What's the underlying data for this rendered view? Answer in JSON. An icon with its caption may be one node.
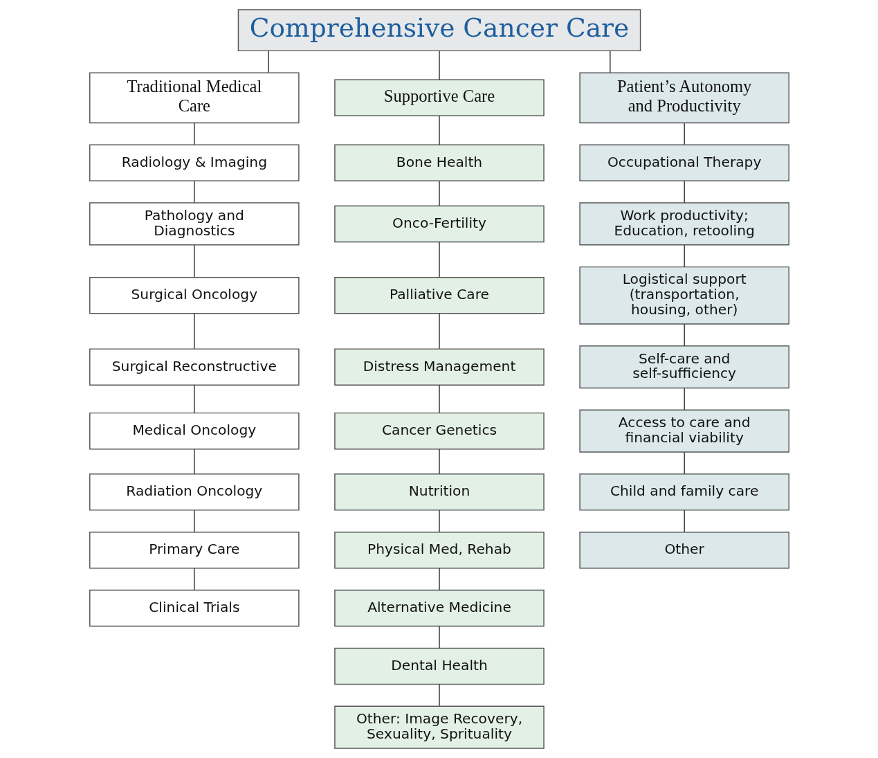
{
  "diagram": {
    "nodes": [
      {
        "text": [
          "Comprehensive Cancer Care"
        ]
      },
      {
        "text": [
          "Traditional Medical Care"
        ]
      },
      {
        "text": [
          "Supportive Care"
        ]
      },
      {
        "text": [
          "Patient’s Autonomy and Productivity"
        ]
      },
      {
        "text": [
          "Radiology & Imaging"
        ]
      },
      {
        "text": [
          "Pathology and Diagnostics"
        ]
      },
      {
        "text": [
          "Surgical Oncology"
        ]
      },
      {
        "text": [
          "Surgical Reconstructive"
        ]
      },
      {
        "text": [
          "Medical Oncology"
        ]
      },
      {
        "text": [
          "Radiation Oncology"
        ]
      },
      {
        "text": [
          "Primary Care"
        ]
      },
      {
        "text": [
          "Clinical Trials"
        ]
      },
      {
        "text": [
          "Bone Health"
        ]
      },
      {
        "text": [
          "Onco-Fertility"
        ]
      },
      {
        "text": [
          "Palliative Care"
        ]
      },
      {
        "text": [
          "Distress Management"
        ]
      },
      {
        "text": [
          "Cancer Genetics"
        ]
      },
      {
        "text": [
          "Nutrition"
        ]
      },
      {
        "text": [
          "Physical Med, Rehab"
        ]
      },
      {
        "text": [
          "Alternative Medicine"
        ]
      },
      {
        "text": [
          "Dental Health"
        ]
      },
      {
        "text": [
          "Other: Image Recovery, Sexuality, Sprituality"
        ]
      },
      {
        "text": [
          "Occupational Therapy"
        ]
      },
      {
        "text": [
          "Work productivity; Education, retooling"
        ]
      },
      {
        "text": [
          "Logistical support (transportation, housing, other)"
        ]
      },
      {
        "text": [
          "Self-care and self-sufficiency"
        ]
      },
      {
        "text": [
          "Access to care and financial viability"
        ]
      },
      {
        "text": [
          "Child and family care"
        ]
      },
      {
        "text": [
          "Other"
        ]
      }
    ],
    "edges": [
      {
        "from": 0,
        "to": 1,
        "arrow": "none"
      },
      {
        "from": 0,
        "to": 2,
        "arrow": "none"
      },
      {
        "from": 0,
        "to": 3,
        "arrow": "none"
      },
      {
        "from": 1,
        "to": 4,
        "arrow": "none"
      },
      {
        "from": 4,
        "to": 5,
        "arrow": "none"
      },
      {
        "from": 5,
        "to": 6,
        "arrow": "none"
      },
      {
        "from": 6,
        "to": 7,
        "arrow": "none"
      },
      {
        "from": 7,
        "to": 8,
        "arrow": "none"
      },
      {
        "from": 8,
        "to": 9,
        "arrow": "none"
      },
      {
        "from": 9,
        "to": 10,
        "arrow": "none"
      },
      {
        "from": 10,
        "to": 11,
        "arrow": "none"
      },
      {
        "from": 2,
        "to": 12,
        "arrow": "none"
      },
      {
        "from": 12,
        "to": 13,
        "arrow": "none"
      },
      {
        "from": 13,
        "to": 14,
        "arrow": "none"
      },
      {
        "from": 14,
        "to": 15,
        "arrow": "none"
      },
      {
        "from": 15,
        "to": 16,
        "arrow": "none"
      },
      {
        "from": 16,
        "to": 17,
        "arrow": "none"
      },
      {
        "from": 17,
        "to": 18,
        "arrow": "none"
      },
      {
        "from": 18,
        "to": 19,
        "arrow": "none"
      },
      {
        "from": 19,
        "to": 20,
        "arrow": "none"
      },
      {
        "from": 20,
        "to": 21,
        "arrow": "none"
      },
      {
        "from": 3,
        "to": 22,
        "arrow": "none"
      },
      {
        "from": 22,
        "to": 23,
        "arrow": "none"
      },
      {
        "from": 23,
        "to": 24,
        "arrow": "none"
      },
      {
        "from": 24,
        "to": 25,
        "arrow": "none"
      },
      {
        "from": 25,
        "to": 26,
        "arrow": "none"
      },
      {
        "from": 26,
        "to": 27,
        "arrow": "none"
      },
      {
        "from": 27,
        "to": 28,
        "arrow": "none"
      }
    ]
  }
}
